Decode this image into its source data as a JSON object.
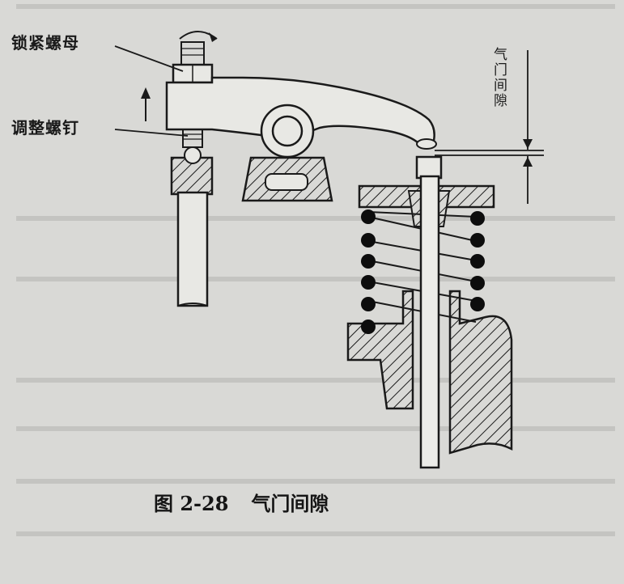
{
  "labels": {
    "lock_nut": "锁紧螺母",
    "adjust_screw": "调整螺钉",
    "valve_clearance": "气门间隙"
  },
  "caption": {
    "number": "图 2-28",
    "title": "气门间隙"
  },
  "colors": {
    "background": "#d9d9d6",
    "ink": "#1a1a1a",
    "spring_coil": "#0d0d0d"
  }
}
